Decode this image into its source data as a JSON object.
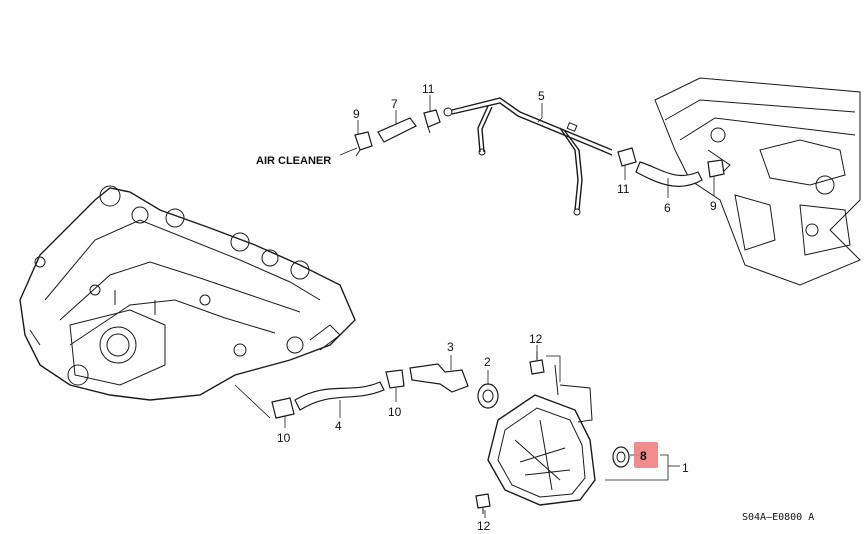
{
  "diagram": {
    "text_label": "AIR CLEANER",
    "code": "S04A–E0800 A",
    "callouts": {
      "c1": "1",
      "c2": "2",
      "c3": "3",
      "c4": "4",
      "c5": "5",
      "c6": "6",
      "c7": "7",
      "c8": "8",
      "c9a": "9",
      "c9b": "9",
      "c10a": "10",
      "c10b": "10",
      "c11a": "11",
      "c11b": "11",
      "c12a": "12",
      "c12b": "12"
    },
    "highlight_color": "#f08080"
  }
}
